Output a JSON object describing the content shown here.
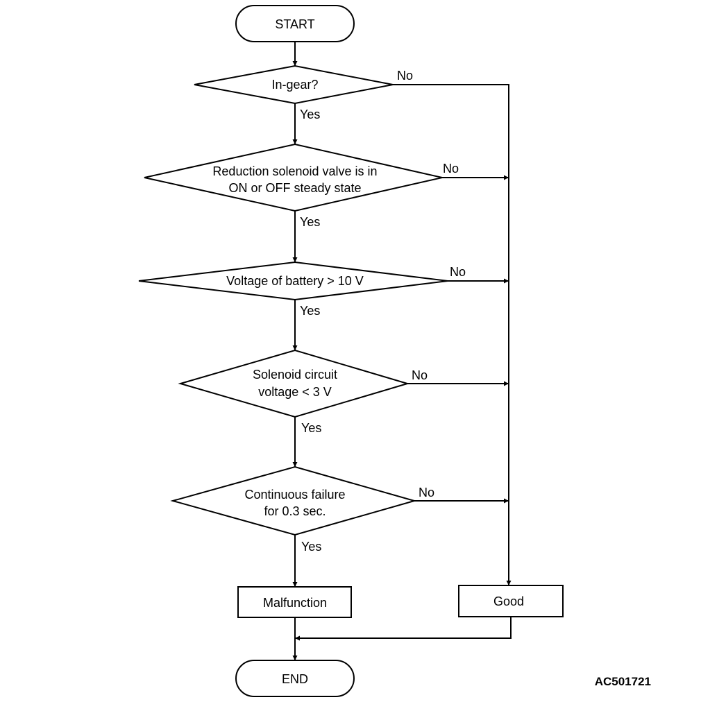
{
  "flowchart": {
    "start": "START",
    "end": "END",
    "decisions": [
      {
        "lines": [
          "In-gear?"
        ],
        "yes": "Yes",
        "no": "No"
      },
      {
        "lines": [
          "Reduction solenoid valve is in",
          "ON or OFF steady state"
        ],
        "yes": "Yes",
        "no": "No"
      },
      {
        "lines": [
          "Voltage of battery > 10 V"
        ],
        "yes": "Yes",
        "no": "No"
      },
      {
        "lines": [
          "Solenoid circuit",
          "voltage < 3 V"
        ],
        "yes": "Yes",
        "no": "No"
      },
      {
        "lines": [
          "Continuous failure",
          "for 0.3 sec."
        ],
        "yes": "Yes",
        "no": "No"
      }
    ],
    "outcomes": {
      "malfunction": "Malfunction",
      "good": "Good"
    }
  },
  "figure_code": "AC501721",
  "colors": {
    "stroke": "#000000",
    "background": "#ffffff"
  }
}
